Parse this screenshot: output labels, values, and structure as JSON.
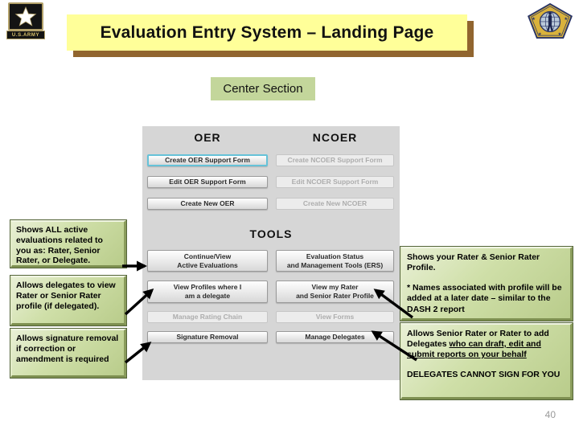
{
  "page": {
    "title": "Evaluation Entry System – Landing Page",
    "section_label": "Center Section",
    "page_number": "40"
  },
  "logos": {
    "army_text": "U.S.ARMY",
    "army_icon": "us-army-star-logo",
    "hrc_icon": "hrc-pentagon-emblem"
  },
  "panel": {
    "oer_header": "OER",
    "ncoer_header": "NCOER",
    "tools_header": "TOOLS",
    "oer_buttons": [
      {
        "label": "Create OER Support Form",
        "state": "focused"
      },
      {
        "label": "Edit OER Support Form",
        "state": "enabled"
      },
      {
        "label": "Create New OER",
        "state": "enabled"
      }
    ],
    "ncoer_buttons": [
      {
        "label": "Create NCOER Support Form",
        "state": "disabled"
      },
      {
        "label": "Edit NCOER Support Form",
        "state": "disabled"
      },
      {
        "label": "Create New NCOER",
        "state": "disabled"
      }
    ],
    "tools_buttons_left": [
      {
        "label": "Continue/View\nActive Evaluations",
        "state": "enabled"
      },
      {
        "label": "View Profiles where I\nam a delegate",
        "state": "enabled"
      },
      {
        "label": "Manage Rating Chain",
        "state": "disabled"
      },
      {
        "label": "Signature Removal",
        "state": "enabled"
      }
    ],
    "tools_buttons_right": [
      {
        "label": "Evaluation Status\nand Management Tools (ERS)",
        "state": "enabled"
      },
      {
        "label": "View my Rater\nand Senior Rater Profile",
        "state": "enabled"
      },
      {
        "label": "View Forms",
        "state": "disabled"
      },
      {
        "label": "Manage Delegates",
        "state": "enabled"
      }
    ]
  },
  "callouts": {
    "left": [
      {
        "text": "Shows ALL active evaluations related to you as: Rater, Senior Rater, or Delegate."
      },
      {
        "text": "Allows delegates to view Rater or Senior Rater profile (if delegated)."
      },
      {
        "text": "Allows signature removal if correction or amendment is required"
      }
    ],
    "right_profile": {
      "para1": "Shows your Rater & Senior Rater Profile.",
      "para2": "* Names associated with profile will be added at a later date – similar to the DASH 2 report"
    },
    "right_delegates": {
      "prefix": "Allows Senior Rater or Rater to add Delegates ",
      "underlined": "who can draft, edit and submit reports on your behalf",
      "caps": "DELEGATES CANNOT SIGN FOR YOU"
    }
  },
  "colors": {
    "title_bg": "#FFFF99",
    "title_shadow": "#91652F",
    "callout_green": "#C3D69B",
    "panel_gray": "#D6D6D6",
    "focus_blue": "#66C2D8"
  }
}
